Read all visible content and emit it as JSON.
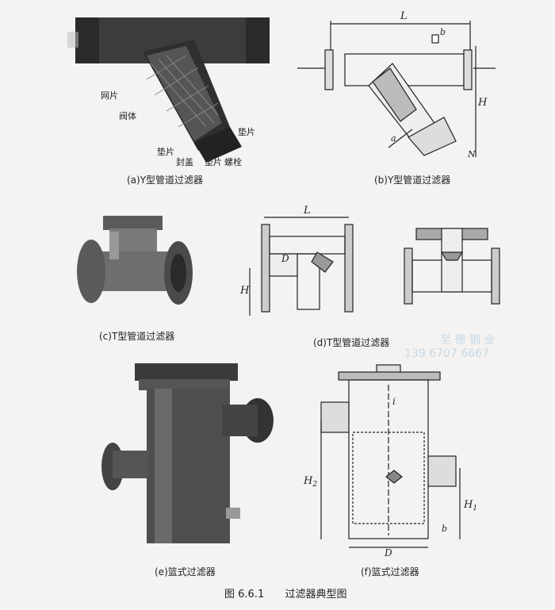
{
  "figure": {
    "number": "图 6.6.1",
    "title": "过滤器典型图"
  },
  "panels": {
    "a": {
      "caption": "(a)Y型管道过滤器",
      "labels": {
        "screen": "网片",
        "body": "阀体",
        "gasket_right": "垫片",
        "gasket_left": "垫片",
        "cover": "封盖",
        "gasket_bottom": "垫片",
        "bolt": "螺栓"
      }
    },
    "b": {
      "caption": "(b)Y型管道过滤器",
      "dims": {
        "L": "L",
        "b": "b",
        "H": "H",
        "a": "a",
        "N": "N"
      }
    },
    "c": {
      "caption": "(c)T型管道过滤器"
    },
    "d": {
      "caption": "(d)T型管道过滤器",
      "dims": {
        "L": "L",
        "D": "D",
        "H": "H"
      }
    },
    "e": {
      "caption": "(e)篮式过滤器"
    },
    "f": {
      "caption": "(f)篮式过滤器",
      "dims": {
        "i": "i",
        "H2": "H",
        "H2_sub": "2",
        "H1": "H",
        "H1_sub": "1",
        "b": "b",
        "D": "D"
      }
    }
  },
  "watermark": {
    "company": "至 德 钢 业",
    "phone": "139 6707 6667"
  }
}
